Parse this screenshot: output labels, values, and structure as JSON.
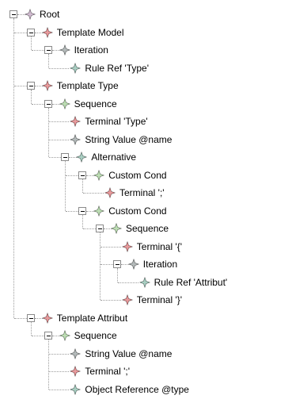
{
  "colors": {
    "root": "#b99ab8",
    "red": "#d9676a",
    "gray": "#8f9898",
    "green": "#9ccc8f",
    "teal": "#7fb5a4",
    "connector": "#9c9c9c"
  },
  "tree": [
    {
      "label": "Root",
      "level": 0,
      "expanded": true,
      "icon": "root-diamond-icon",
      "color": "root"
    },
    {
      "label": "Template Model",
      "level": 1,
      "expanded": true,
      "icon": "red-diamond-icon",
      "color": "red"
    },
    {
      "label": "Iteration",
      "level": 2,
      "expanded": true,
      "icon": "gray-diamond-icon",
      "color": "gray"
    },
    {
      "label": "Rule Ref 'Type'",
      "level": 3,
      "icon": "teal-diamond-icon",
      "color": "teal"
    },
    {
      "label": "Template Type",
      "level": 1,
      "expanded": true,
      "icon": "red-diamond-icon",
      "color": "red"
    },
    {
      "label": "Sequence",
      "level": 2,
      "expanded": true,
      "icon": "green-diamond-icon",
      "color": "green"
    },
    {
      "label": "Terminal 'Type'",
      "level": 3,
      "icon": "red-diamond-icon",
      "color": "red"
    },
    {
      "label": "String Value @name",
      "level": 3,
      "icon": "gray-diamond-icon",
      "color": "gray"
    },
    {
      "label": "Alternative",
      "level": 3,
      "expanded": true,
      "icon": "teal-diamond-icon",
      "color": "teal"
    },
    {
      "label": "Custom Cond",
      "level": 4,
      "expanded": true,
      "icon": "green-diamond-icon",
      "color": "green"
    },
    {
      "label": "Terminal ';'",
      "level": 5,
      "icon": "red-diamond-icon",
      "color": "red"
    },
    {
      "label": "Custom Cond",
      "level": 4,
      "expanded": true,
      "icon": "green-diamond-icon",
      "color": "green"
    },
    {
      "label": "Sequence",
      "level": 5,
      "expanded": true,
      "icon": "green-diamond-icon",
      "color": "green"
    },
    {
      "label": "Terminal '{'",
      "level": 6,
      "icon": "red-diamond-icon",
      "color": "red"
    },
    {
      "label": "Iteration",
      "level": 6,
      "expanded": true,
      "icon": "gray-diamond-icon",
      "color": "gray"
    },
    {
      "label": "Rule Ref 'Attribut'",
      "level": 7,
      "icon": "teal-diamond-icon",
      "color": "teal"
    },
    {
      "label": "Terminal '}'",
      "level": 6,
      "icon": "red-diamond-icon",
      "color": "red"
    },
    {
      "label": "Template Attribut",
      "level": 1,
      "expanded": true,
      "icon": "red-diamond-icon",
      "color": "red"
    },
    {
      "label": "Sequence",
      "level": 2,
      "expanded": true,
      "icon": "green-diamond-icon",
      "color": "green"
    },
    {
      "label": "String Value @name",
      "level": 3,
      "icon": "gray-diamond-icon",
      "color": "gray"
    },
    {
      "label": "Terminal ';'",
      "level": 3,
      "icon": "red-diamond-icon",
      "color": "red"
    },
    {
      "label": "Object Reference @type",
      "level": 3,
      "icon": "teal-diamond-icon",
      "color": "teal"
    }
  ]
}
